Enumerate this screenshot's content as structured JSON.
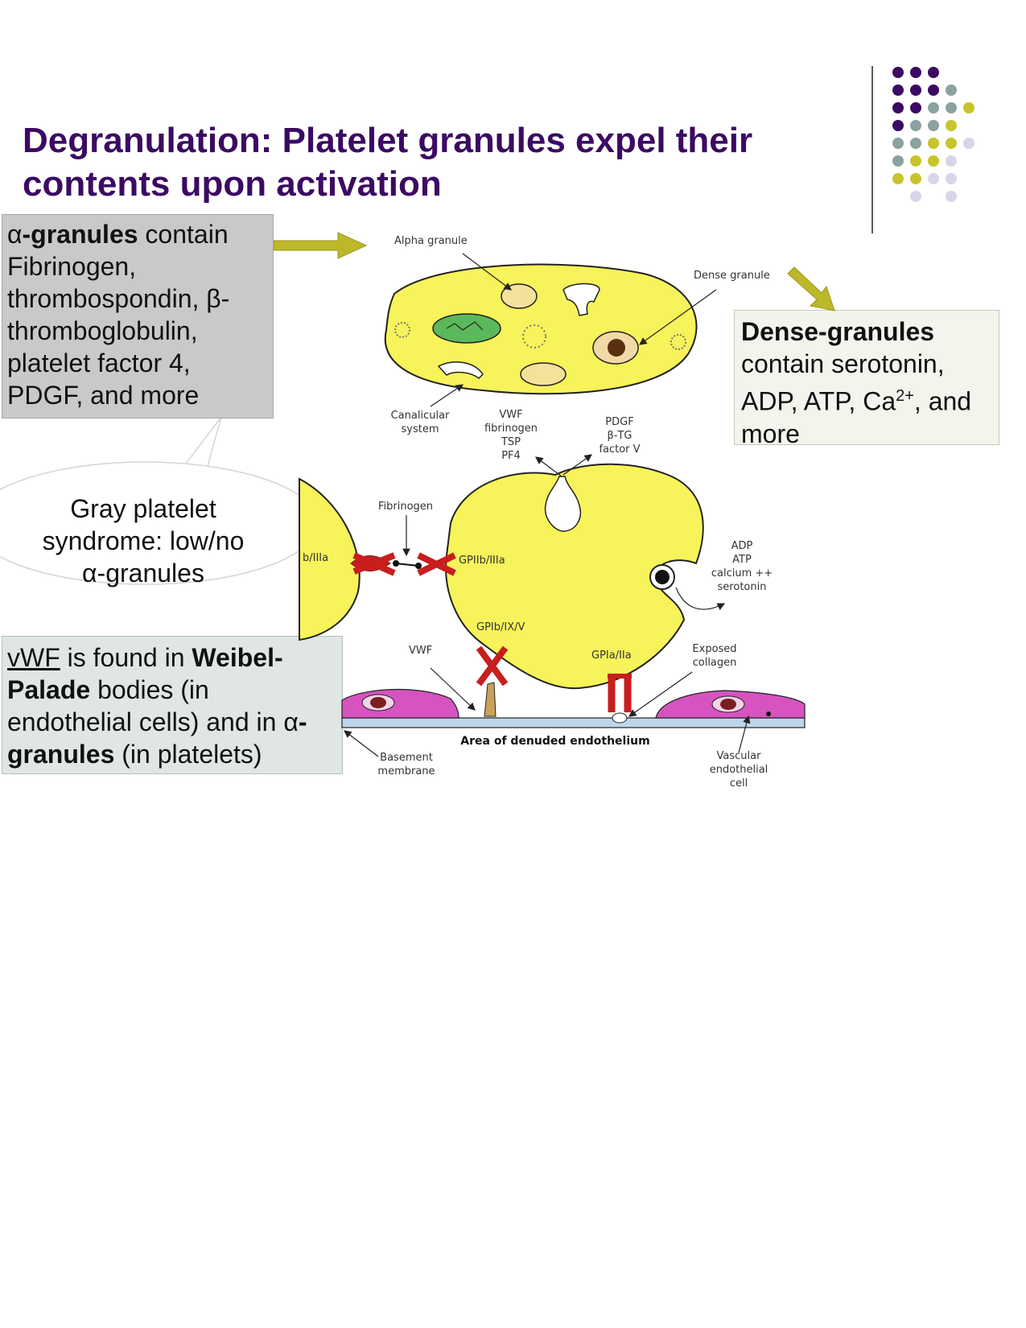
{
  "slide": {
    "title": "Degranulation: Platelet  granules  expel their contents upon activation"
  },
  "alpha_box": {
    "symbol": "α",
    "bold": "-granules",
    "text": " contain Fibrinogen, thrombospondin,    β-thromboglobulin, platelet factor 4, PDGF, and more"
  },
  "dense_box": {
    "bold": "Dense-granules",
    "text": " contain serotonin, ADP, ATP, Ca",
    "sup": "2+",
    "tail": ", and more"
  },
  "gray_callout": {
    "line1": "Gray platelet",
    "line2": "syndrome: low/no",
    "line3": "α-granules"
  },
  "vwf_box": {
    "underlined": "vWF",
    "text1": "  is found in ",
    "bold1": "Weibel-Palade",
    "text2": " bodies (in endothelial cells) and in α",
    "bold2": "-granules",
    "text3": " (in platelets)"
  },
  "figure": {
    "alpha_granule": "Alpha granule",
    "dense_granule": "Dense granule",
    "canalicular_1": "Canalicular",
    "canalicular_2": "system",
    "alpha_contents": [
      "VWF",
      "fibrinogen",
      "TSP",
      "PF4"
    ],
    "dense_release": [
      "PDGF",
      "β-TG",
      "factor V"
    ],
    "fibrinogen": "Fibrinogen",
    "gpiib_left": "b/IIIa",
    "gpiib": "GPIIb/IIIa",
    "dense_contents": [
      "ADP",
      "ATP",
      "calcium ++",
      "serotonin"
    ],
    "gpib": "GPIb/IX/V",
    "vwf": "VWF",
    "gpia": "GPIa/IIa",
    "exposed_1": "Exposed",
    "exposed_2": "collagen",
    "area": "Area of denuded endothelium",
    "basement_1": "Basement",
    "basement_2": "membrane",
    "vascular_1": "Vascular",
    "vascular_2": "endothelial",
    "vascular_3": "cell"
  },
  "colors": {
    "title": "#3b0a63",
    "platelet": "#f7f35a",
    "receptor": "#c81e1e",
    "endothelium": "#d653c0",
    "arrow": "#bdb82a",
    "dots_purple": "#3b0a63",
    "dots_teal": "#8aa2a0",
    "dots_olive": "#c8c42c",
    "dots_lavender": "#d8d4ea"
  }
}
